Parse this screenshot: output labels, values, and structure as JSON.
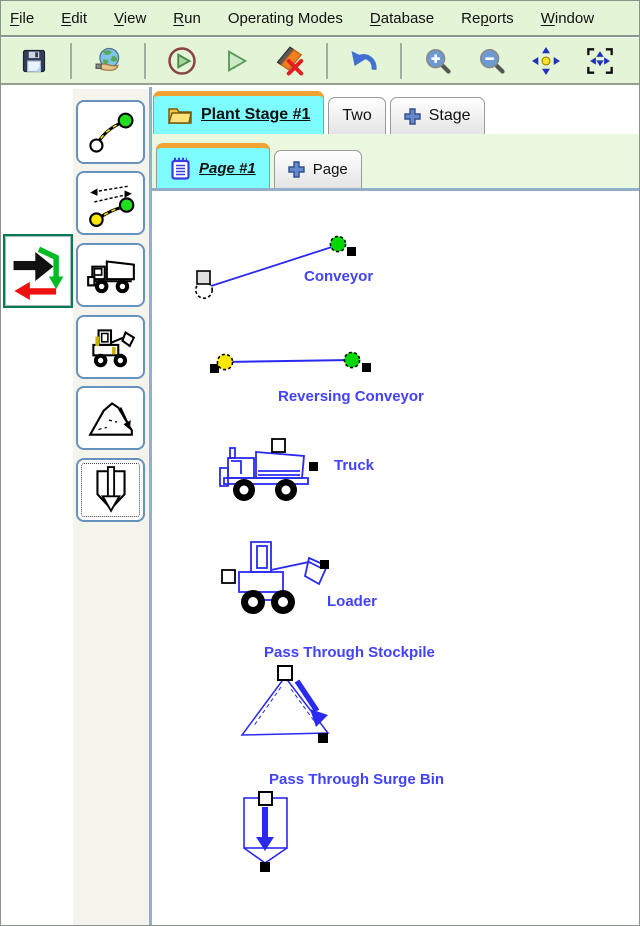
{
  "menu": {
    "items": [
      {
        "label": "File",
        "pre": "",
        "key": "F",
        "post": "ile"
      },
      {
        "label": "Edit",
        "pre": "",
        "key": "E",
        "post": "dit"
      },
      {
        "label": "View",
        "pre": "",
        "key": "V",
        "post": "iew"
      },
      {
        "label": "Run",
        "pre": "",
        "key": "R",
        "post": "un"
      },
      {
        "label": "Operating Modes",
        "pre": "Operating Modes",
        "key": "",
        "post": ""
      },
      {
        "label": "Database",
        "pre": "",
        "key": "D",
        "post": "atabase"
      },
      {
        "label": "Reports",
        "pre": "Re",
        "key": "p",
        "post": "orts"
      },
      {
        "label": "Window",
        "pre": "",
        "key": "W",
        "post": "indow"
      }
    ]
  },
  "toolbar": {
    "buttons": [
      {
        "icon": "save-icon"
      },
      {
        "icon": "publish-globe-icon"
      },
      {
        "icon": "run-setup-icon"
      },
      {
        "icon": "run-icon"
      },
      {
        "icon": "stop-run-icon"
      },
      {
        "icon": "undo-icon"
      },
      {
        "icon": "zoom-in-icon"
      },
      {
        "icon": "zoom-out-icon"
      },
      {
        "icon": "zoom-extents-icon"
      },
      {
        "icon": "zoom-fit-icon"
      }
    ]
  },
  "stage_tabs": {
    "active_label": "Plant Stage #1",
    "second_label": "Two",
    "add_label": "Stage"
  },
  "page_tabs": {
    "active_label": "Page #1",
    "add_label": "Page"
  },
  "palette": {
    "tools": [
      {
        "icon": "conveyor-tool-icon"
      },
      {
        "icon": "reversing-conveyor-tool-icon"
      },
      {
        "icon": "truck-tool-icon"
      },
      {
        "icon": "loader-tool-icon"
      },
      {
        "icon": "stockpile-tool-icon"
      },
      {
        "icon": "surge-bin-tool-icon"
      }
    ],
    "mode_icon": "flow-direction-mode-icon"
  },
  "canvas": {
    "items": [
      {
        "label": "Conveyor"
      },
      {
        "label": "Reversing Conveyor"
      },
      {
        "label": "Truck"
      },
      {
        "label": "Loader"
      },
      {
        "label": "Pass Through Stockpile"
      },
      {
        "label": "Pass Through Surge Bin"
      }
    ]
  },
  "colors": {
    "chrome_bg": "#e3f4d7",
    "active_tab_bg": "#7dfdff",
    "tab_accent_orange": "#f0a330",
    "page_header_bg": "#eaf8e0",
    "palette_bg": "#f4f4ec",
    "item_blue": "#2a2af0",
    "label_blue": "#4242ff",
    "canvas_border": "#92aec9",
    "handle_green": "#00d800",
    "handle_yellow": "#ffe800"
  }
}
